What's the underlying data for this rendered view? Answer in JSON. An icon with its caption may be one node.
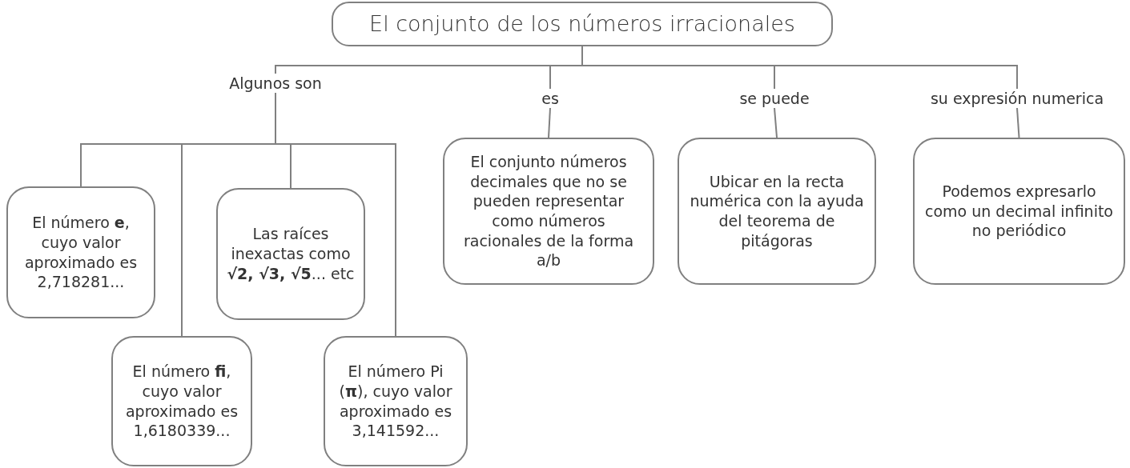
{
  "diagram": {
    "nodes": [
      {
        "text": [
          "El conjunto de los números irracionales"
        ]
      },
      {
        "text": [
          "Algunos son"
        ]
      },
      {
        "text": [
          "es"
        ]
      },
      {
        "text": [
          "se puede"
        ]
      },
      {
        "text": [
          "su expresión numerica"
        ]
      },
      {
        "text": [
          "El número **e**, cuyo valor aproximado es 2,718281..."
        ]
      },
      {
        "text": [
          "Las raíces inexactas como **√2, √3, √5**... etc"
        ]
      },
      {
        "text": [
          "El conjunto números decimales que no se pueden representar como números racionales de la forma a/b"
        ]
      },
      {
        "text": [
          "Ubicar en la recta numérica con la ayuda del teorema de pitágoras"
        ]
      },
      {
        "text": [
          "Podemos expresarlo como un decimal infinito no periódico"
        ]
      },
      {
        "text": [
          "El número **fi**, cuyo valor aproximado es 1,6180339..."
        ]
      },
      {
        "text": [
          "El número Pi (**π**), cuyo valor aproximado es 3,141592..."
        ]
      }
    ],
    "edges": [
      {
        "from": 0,
        "to": 1,
        "arrow": "none"
      },
      {
        "from": 0,
        "to": 2,
        "arrow": "none"
      },
      {
        "from": 0,
        "to": 3,
        "arrow": "none"
      },
      {
        "from": 0,
        "to": 4,
        "arrow": "none"
      },
      {
        "from": 1,
        "to": 5,
        "arrow": "none"
      },
      {
        "from": 1,
        "to": 10,
        "arrow": "none"
      },
      {
        "from": 1,
        "to": 6,
        "arrow": "none"
      },
      {
        "from": 1,
        "to": 11,
        "arrow": "none"
      },
      {
        "from": 2,
        "to": 7,
        "arrow": "none"
      },
      {
        "from": 3,
        "to": 8,
        "arrow": "none"
      },
      {
        "from": 4,
        "to": 9,
        "arrow": "none"
      }
    ]
  }
}
